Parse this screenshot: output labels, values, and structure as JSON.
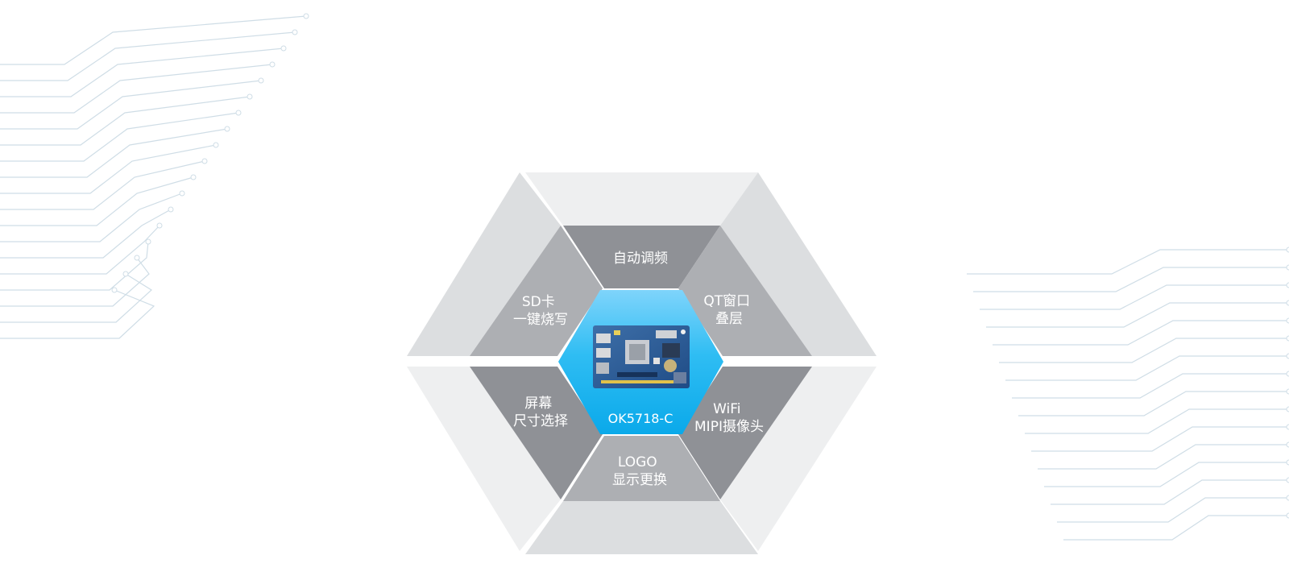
{
  "center": {
    "product_name": "OK5718-C",
    "accent_color": "#19b2ee",
    "icon": "circuit-board-icon"
  },
  "segments": [
    {
      "lines": [
        "自动调频"
      ]
    },
    {
      "lines": [
        "QT窗口",
        "叠层"
      ]
    },
    {
      "lines": [
        "WiFi",
        "MIPI摄像头"
      ]
    },
    {
      "lines": [
        "LOGO",
        "显示更换"
      ]
    },
    {
      "lines": [
        "屏幕",
        "尺寸选择"
      ]
    },
    {
      "lines": [
        "SD卡",
        "一键烧写"
      ]
    }
  ],
  "colors": {
    "segment_dark": "#8f9196",
    "segment_light": "#adafb3",
    "outer_panel": "#eeeff0",
    "outer_panel_shade": "#dcdee0",
    "circuit_lines": "#cfdde6"
  }
}
